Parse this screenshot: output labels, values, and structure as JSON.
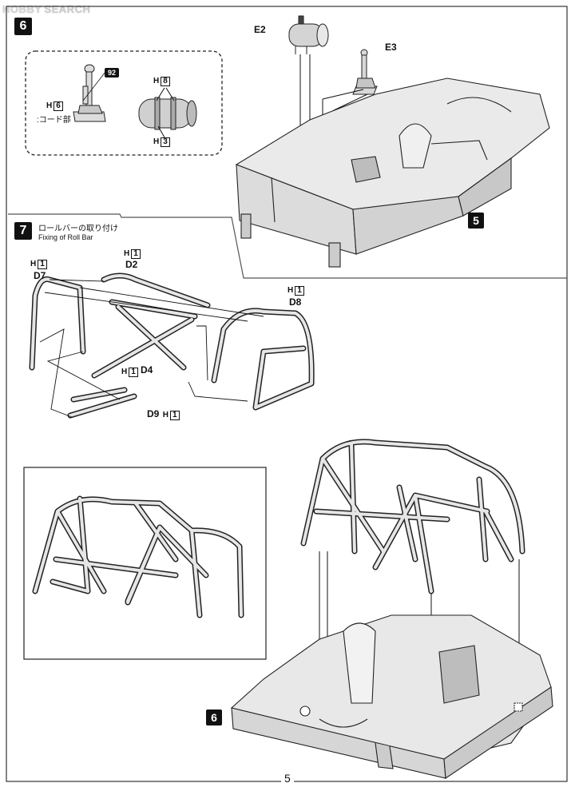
{
  "watermark": {
    "brand": "HOBBY",
    "suffix": "SEARCH"
  },
  "page_number": "5",
  "step6": {
    "number": "6",
    "parts": {
      "e2": "E2",
      "e3": "E3",
      "p92": "92",
      "h6_prefix": "H",
      "h6_num": "6",
      "cord_note": ":コード部",
      "h8_prefix": "H",
      "h8_num": "8",
      "h3_prefix": "H",
      "h3_num": "3"
    },
    "ref_step": "5"
  },
  "step7": {
    "number": "7",
    "title_jp": "ロールバーの取り付け",
    "title_en": "Fixing of  Roll Bar",
    "parts": {
      "d7_h": "H",
      "d7_hnum": "1",
      "d7": "D7",
      "d2_h": "H",
      "d2_hnum": "1",
      "d2": "D2",
      "d8_h": "H",
      "d8_hnum": "1",
      "d8": "D8",
      "d4_h": "H",
      "d4_hnum": "1",
      "d4": "D4",
      "d9": "D9",
      "d9_h": "H",
      "d9_hnum": "1"
    },
    "ref_step": "6"
  },
  "icons": [
    "stepper-icon",
    "wrench-icon"
  ]
}
